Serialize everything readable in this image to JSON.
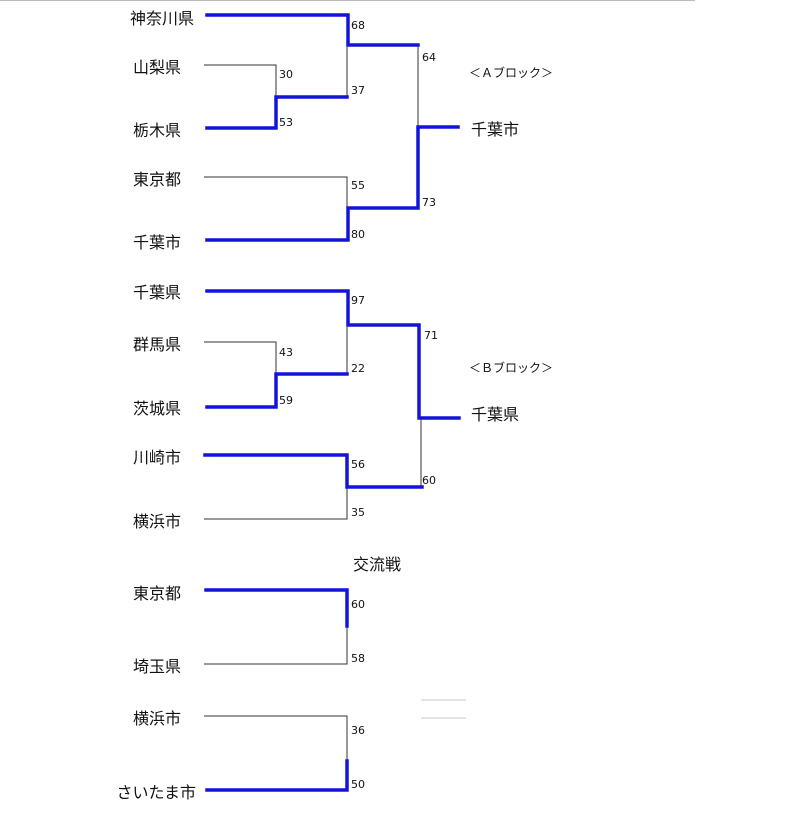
{
  "block_a": {
    "label": "＜Ａブロック＞",
    "winner": "千葉市",
    "teams": [
      "神奈川県",
      "山梨県",
      "栃木県",
      "東京都",
      "千葉市"
    ],
    "scores": {
      "kanagawa_vs_qf": "68",
      "yamanashi_vs_tochigi_top": "30",
      "yamanashi_vs_tochigi_bottom": "53",
      "qf_tochigi": "37",
      "tokyo_vs_chiba_top": "55",
      "tokyo_vs_chiba_bottom": "80",
      "semi_top": "64",
      "semi_bottom": "73"
    }
  },
  "block_b": {
    "label": "＜Ｂブロック＞",
    "winner": "千葉県",
    "teams": [
      "千葉県",
      "群馬県",
      "茨城県",
      "川崎市",
      "横浜市"
    ],
    "scores": {
      "chibaken_vs_qf": "97",
      "gunma_vs_ibaraki_top": "43",
      "gunma_vs_ibaraki_bottom": "59",
      "qf_ibaraki": "22",
      "kawasaki_vs_yokohama_top": "56",
      "kawasaki_vs_yokohama_bottom": "35",
      "semi_top": "71",
      "semi_bottom": "60"
    }
  },
  "exchange": {
    "title": "交流戦",
    "match1": {
      "teams": [
        "東京都",
        "埼玉県"
      ],
      "scores": [
        "60",
        "58"
      ]
    },
    "match2": {
      "teams": [
        "横浜市",
        "さいたま市"
      ],
      "scores": [
        "36",
        "50"
      ]
    }
  },
  "colors": {
    "winner_line": "#1414d8",
    "loser_line": "#333333"
  }
}
